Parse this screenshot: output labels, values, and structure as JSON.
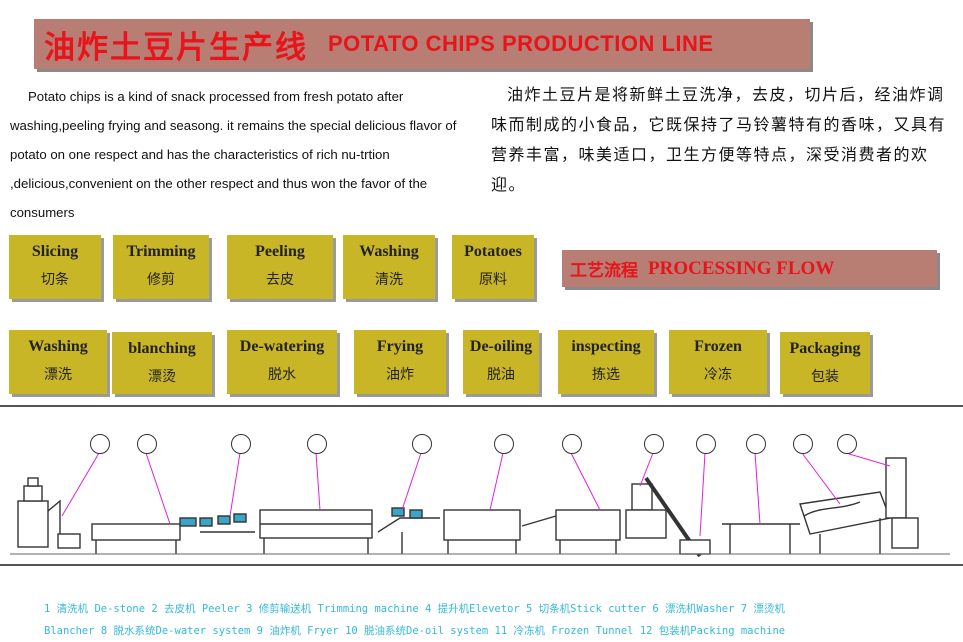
{
  "title": {
    "cn": "油炸土豆片生产线",
    "en": "POTATO  CHIPS PRODUCTION LINE"
  },
  "intro": {
    "en": "Potato chips is a kind of snack processed from fresh potato after washing,peeling frying and seasong. it remains the special delicious flavor of potato on one respect and has the characteristics of rich nu-trtion ,delicious,convenient on the other respect and thus won the favor of the consumers",
    "cn": "油炸土豆片是将新鲜土豆洗净，去皮，切片后，经油炸调味而制成的小食品，它既保持了马铃薯特有的香味，又具有营养丰富，味美适口，卫生方便等特点，深受消费者的欢迎。"
  },
  "processing_flow": {
    "cn": "工艺流程",
    "en": "PROCESSING FLOW"
  },
  "steps_row1": [
    {
      "en": "Slicing",
      "cn": "切条"
    },
    {
      "en": "Trimming",
      "cn": "修剪"
    },
    {
      "en": "Peeling",
      "cn": "去皮"
    },
    {
      "en": "Washing",
      "cn": "清洗"
    },
    {
      "en": "Potatoes",
      "cn": "原料"
    }
  ],
  "steps_row2": [
    {
      "en": "Washing",
      "cn": "漂洗"
    },
    {
      "en": "blanching",
      "cn": "漂烫"
    },
    {
      "en": "De-watering",
      "cn": "脱水"
    },
    {
      "en": "Frying",
      "cn": "油炸"
    },
    {
      "en": "De-oiling",
      "cn": "脱油"
    },
    {
      "en": "inspecting",
      "cn": "拣选"
    },
    {
      "en": "Frozen",
      "cn": "冷冻"
    },
    {
      "en": "Packaging",
      "cn": "包装"
    }
  ],
  "legend": {
    "line1": "1  清洗机 De-stone  2  去皮机 Peeler  3  修剪输送机 Trimming machine 4 提升机Elevetor 5  切条机Stick cutter 6  漂洗机Washer 7  漂烫机",
    "line2": "Blancher 8  脱水系统De-water system  9  油炸机 Fryer 10  脱油系统De-oil system  11  冷冻机 Frozen Tunnel 12  包装机Packing machine"
  },
  "colors": {
    "step_fill": "#c9b626",
    "title_fill": "#b87e74",
    "title_text": "#e8141c",
    "legend_text": "#35b9d9",
    "callout_line": "#e020e0"
  }
}
